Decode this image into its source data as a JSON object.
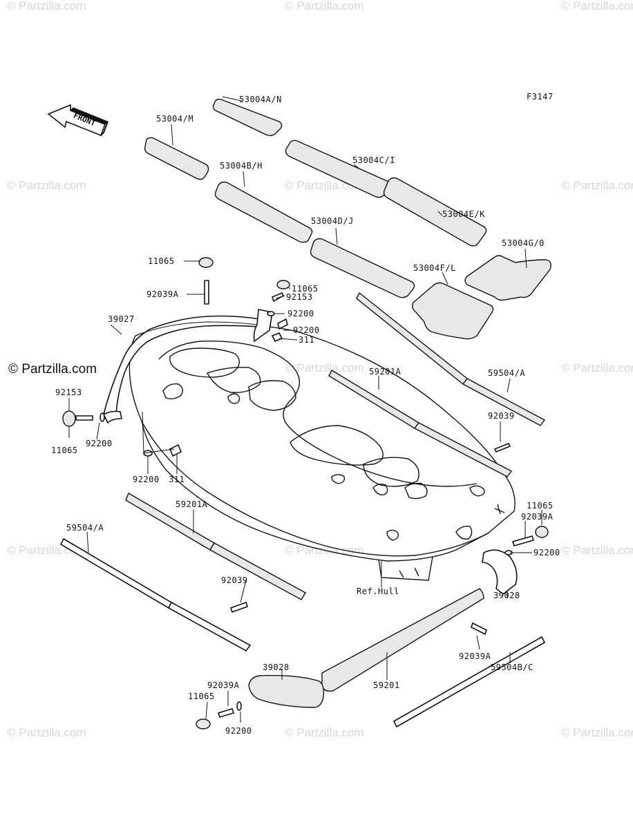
{
  "figure_code": "F3147",
  "front_arrow": "FRONT",
  "watermark": "© Partzilla.com",
  "watermark_main": "© Partzilla.com",
  "labels": {
    "p53004AN": "53004A/N",
    "p53004M": "53004/M",
    "p53004CI": "53004C/I",
    "p53004BH": "53004B/H",
    "p53004EK": "53004E/K",
    "p53004DJ": "53004D/J",
    "p53004GO": "53004G/0",
    "p53004FL": "53004F/L",
    "p11065_a": "11065",
    "p92039A_a": "92039A",
    "p11065_b": "11065",
    "p92153_a": "92153",
    "p92200_a": "92200",
    "p39027": "39027",
    "p92200_b": "92200",
    "p311_a": "311",
    "p59201A_a": "59201A",
    "p59504A_a": "59504/A",
    "p92153_b": "92153",
    "p92039_a": "92039",
    "p11065_c": "11065",
    "p92200_c": "92200",
    "p92200_d": "92200",
    "p311_b": "311",
    "p59201A_b": "59201A",
    "p11065_d": "11065",
    "p92039A_b": "92039A",
    "p59504A_b": "59504/A",
    "p92200_e": "92200",
    "p92039_b": "92039",
    "ref_hull": "Ref.Hull",
    "p39028_a": "39028",
    "p92039A_c": "92039A",
    "p39028_b": "39028",
    "p92039A_d": "92039A",
    "p59201": "59201",
    "p59504BC": "59504B/C",
    "p11065_e": "11065",
    "p92200_f": "92200"
  }
}
